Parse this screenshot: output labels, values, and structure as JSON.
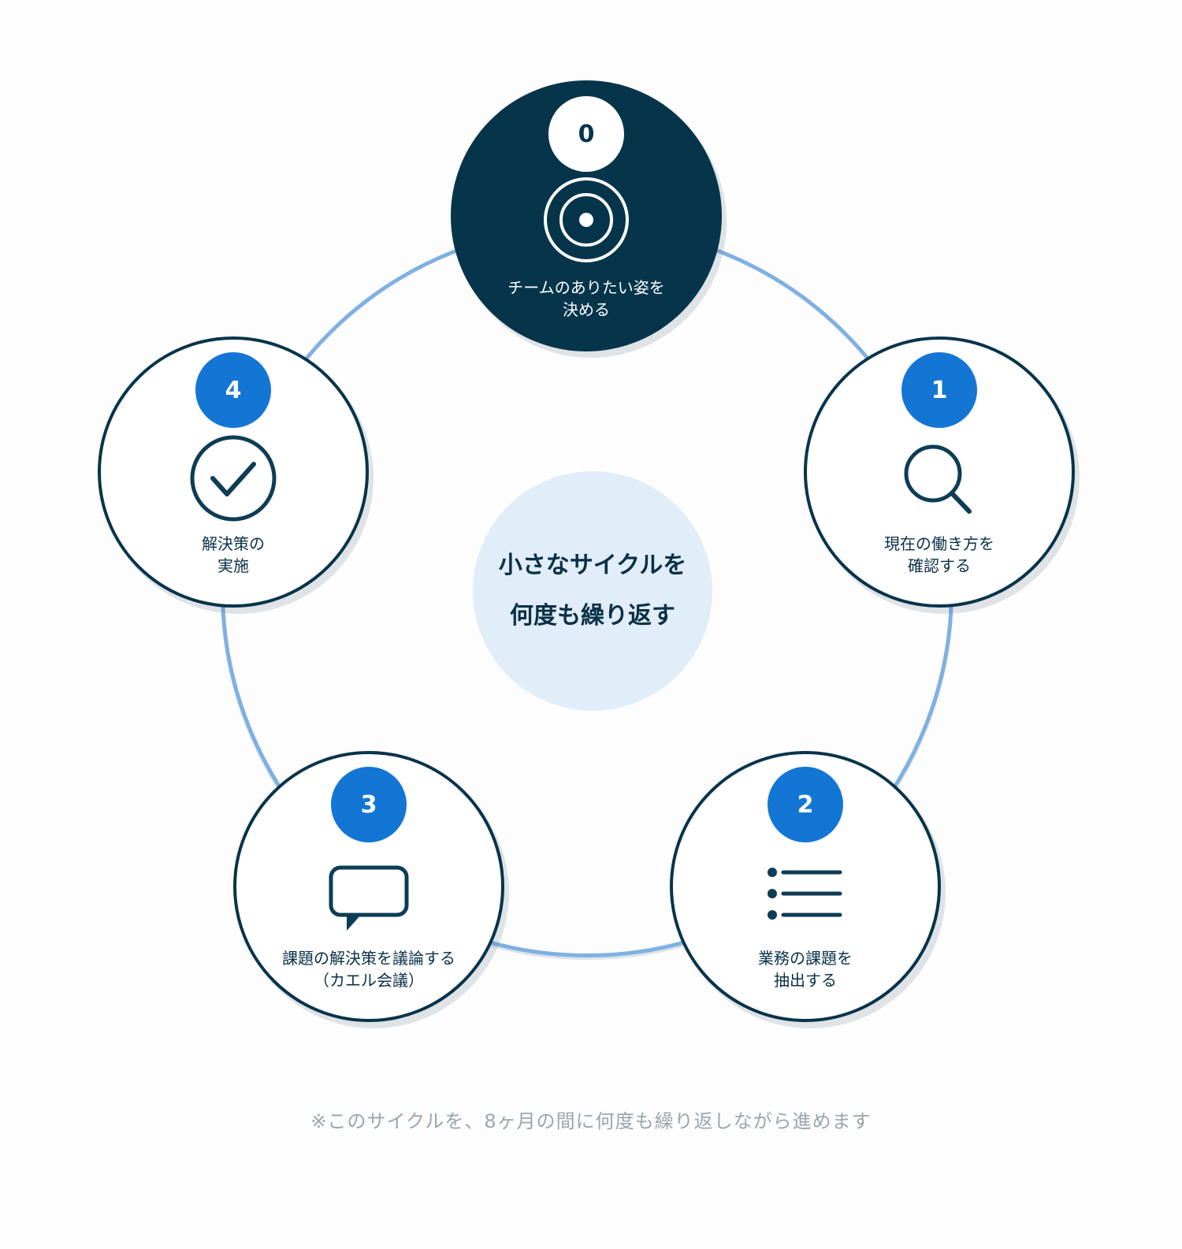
{
  "center": {
    "line1": "小さなサイクルを",
    "line2": "何度も繰り返す"
  },
  "steps": [
    {
      "number": "0",
      "label": "チームのありたい姿を\n決める",
      "icon": "target-icon"
    },
    {
      "number": "1",
      "label": "現在の働き方を\n確認する",
      "icon": "search-icon"
    },
    {
      "number": "2",
      "label": "業務の課題を\n抽出する",
      "icon": "list-icon"
    },
    {
      "number": "3",
      "label": "課題の解決策を議論する\n（カエル会議）",
      "icon": "speech-bubble-icon"
    },
    {
      "number": "4",
      "label": "解決策の\n実施",
      "icon": "check-circle-icon"
    }
  ],
  "footnote": "※このサイクルを、8ヶ月の間に何度も繰り返しながら進めます",
  "colors": {
    "dark_navy": "#06354b",
    "badge_blue": "#1476d4",
    "ring_blue": "#7fb0e2",
    "center_fill": "#e1edf9"
  }
}
